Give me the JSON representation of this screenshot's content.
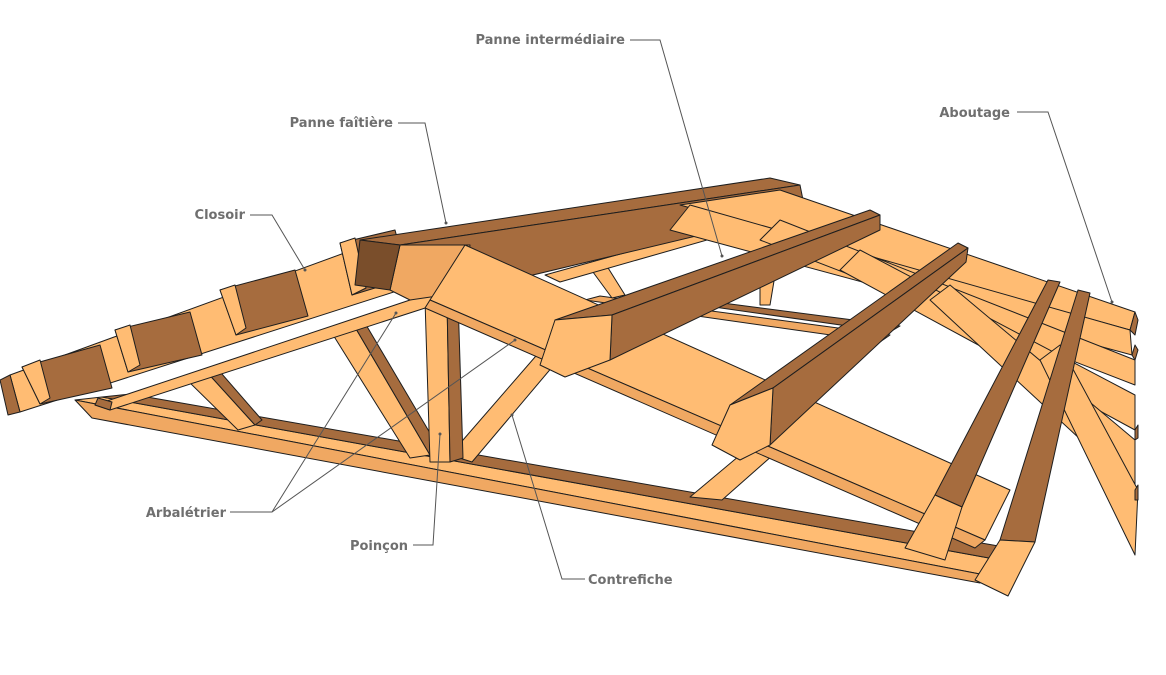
{
  "labels": {
    "panne_intermediaire": "Panne intermédiaire",
    "aboutage": "Aboutage",
    "panne_faitiere": "Panne faîtière",
    "closoir": "Closoir",
    "arbaletrier": "Arbalétrier",
    "poincon": "Poinçon",
    "contrefiche": "Contrefiche"
  },
  "colors": {
    "wood_light": "#ffbc73",
    "wood_mid": "#f0a862",
    "wood_dark": "#a66c3e",
    "wood_shadow": "#7a4e2b",
    "label": "#6f6f6f",
    "leader": "#555555"
  }
}
